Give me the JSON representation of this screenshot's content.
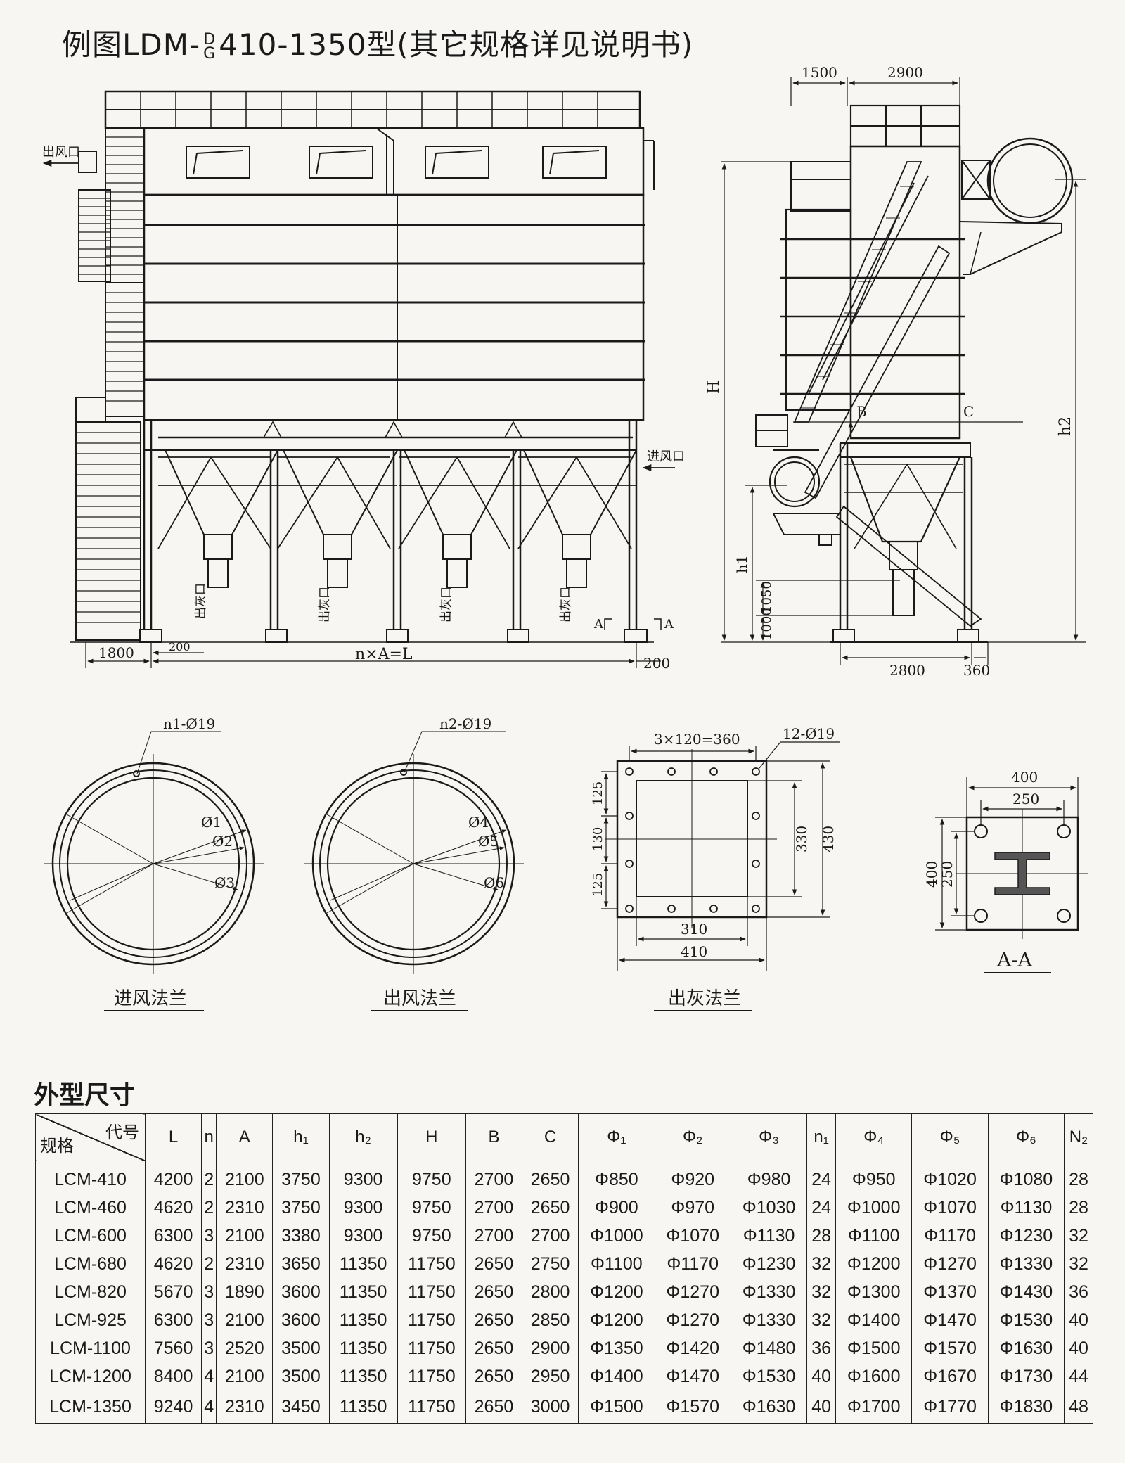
{
  "title": {
    "prefix": "例图LDM-",
    "sup": "D",
    "sub": "G",
    "suffix": "410-1350型(其它规格详见说明书)"
  },
  "main_view": {
    "outlet_label": "出风口",
    "inlet_label": "进风口",
    "ash_label": "出灰口",
    "section_mark": "A",
    "dims": {
      "left": "1800",
      "offset_left": "200",
      "span": "n×A=L",
      "offset_right": "200"
    }
  },
  "side_view": {
    "dims": {
      "top_left": "1500",
      "top_right": "2900",
      "H": "H",
      "h2": "h2",
      "h1": "h1",
      "d1050": "1050",
      "d1000": "1000",
      "B": "B",
      "C": "C",
      "bottom": "2800",
      "bottom_right": "360"
    }
  },
  "flanges": {
    "inlet": {
      "caption": "进风法兰",
      "holes": "n1-Ø19",
      "d1": "Ø1",
      "d2": "Ø2",
      "d3": "Ø3"
    },
    "outlet": {
      "caption": "出风法兰",
      "holes": "n2-Ø19",
      "d1": "Ø4",
      "d2": "Ø5",
      "d3": "Ø6"
    },
    "ash": {
      "caption": "出灰法兰",
      "pitch": "3×120=360",
      "holes": "12-Ø19",
      "v125a": "125",
      "v130": "130",
      "v125b": "125",
      "d330": "330",
      "d430": "430",
      "d310": "310",
      "d410": "410"
    },
    "section_aa": {
      "caption": "A-A",
      "d400_top": "400",
      "d250_top": "250",
      "d400_side": "400",
      "d250_side": "250"
    }
  },
  "table": {
    "heading": "外型尺寸",
    "corner_top": "代号",
    "corner_bottom": "规格",
    "columns": [
      "L",
      "n",
      "A",
      "h₁",
      "h₂",
      "H",
      "B",
      "C",
      "Φ₁",
      "Φ₂",
      "Φ₃",
      "n₁",
      "Φ₄",
      "Φ₅",
      "Φ₆",
      "N₂"
    ],
    "rows": [
      [
        "LCM-410",
        "4200",
        "2",
        "2100",
        "3750",
        "9300",
        "9750",
        "2700",
        "2650",
        "Φ850",
        "Φ920",
        "Φ980",
        "24",
        "Φ950",
        "Φ1020",
        "Φ1080",
        "28"
      ],
      [
        "LCM-460",
        "4620",
        "2",
        "2310",
        "3750",
        "9300",
        "9750",
        "2700",
        "2650",
        "Φ900",
        "Φ970",
        "Φ1030",
        "24",
        "Φ1000",
        "Φ1070",
        "Φ1130",
        "28"
      ],
      [
        "LCM-600",
        "6300",
        "3",
        "2100",
        "3380",
        "9300",
        "9750",
        "2700",
        "2700",
        "Φ1000",
        "Φ1070",
        "Φ1130",
        "28",
        "Φ1100",
        "Φ1170",
        "Φ1230",
        "32"
      ],
      [
        "LCM-680",
        "4620",
        "2",
        "2310",
        "3650",
        "11350",
        "11750",
        "2650",
        "2750",
        "Φ1100",
        "Φ1170",
        "Φ1230",
        "32",
        "Φ1200",
        "Φ1270",
        "Φ1330",
        "32"
      ],
      [
        "LCM-820",
        "5670",
        "3",
        "1890",
        "3600",
        "11350",
        "11750",
        "2650",
        "2800",
        "Φ1200",
        "Φ1270",
        "Φ1330",
        "32",
        "Φ1300",
        "Φ1370",
        "Φ1430",
        "36"
      ],
      [
        "LCM-925",
        "6300",
        "3",
        "2100",
        "3600",
        "11350",
        "11750",
        "2650",
        "2850",
        "Φ1200",
        "Φ1270",
        "Φ1330",
        "32",
        "Φ1400",
        "Φ1470",
        "Φ1530",
        "40"
      ],
      [
        "LCM-1100",
        "7560",
        "3",
        "2520",
        "3500",
        "11350",
        "11750",
        "2650",
        "2900",
        "Φ1350",
        "Φ1420",
        "Φ1480",
        "36",
        "Φ1500",
        "Φ1570",
        "Φ1630",
        "40"
      ],
      [
        "LCM-1200",
        "8400",
        "4",
        "2100",
        "3500",
        "11350",
        "11750",
        "2650",
        "2950",
        "Φ1400",
        "Φ1470",
        "Φ1530",
        "40",
        "Φ1600",
        "Φ1670",
        "Φ1730",
        "44"
      ],
      [
        "LCM-1350",
        "9240",
        "4",
        "2310",
        "3450",
        "11350",
        "11750",
        "2650",
        "3000",
        "Φ1500",
        "Φ1570",
        "Φ1630",
        "40",
        "Φ1700",
        "Φ1770",
        "Φ1830",
        "48"
      ]
    ]
  }
}
